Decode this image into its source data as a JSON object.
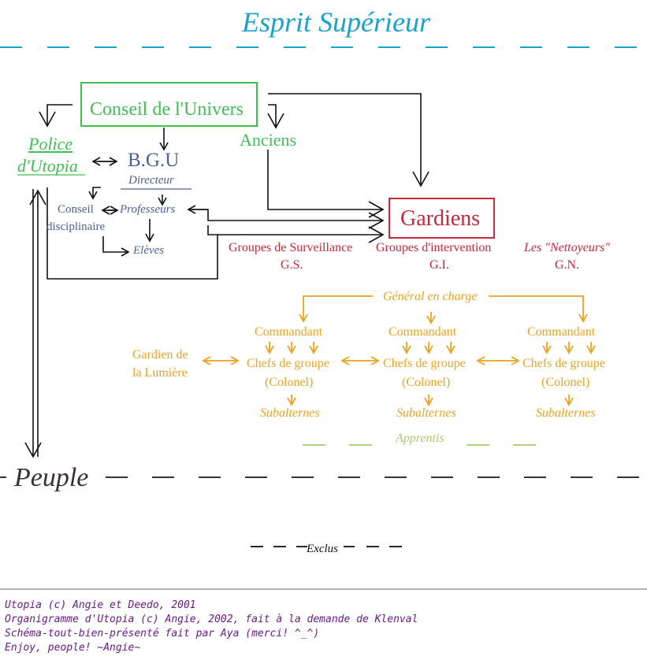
{
  "title": "Esprit Supérieur",
  "top": {
    "conseil_univers": "Conseil de l'Univers",
    "anciens": "Anciens",
    "police_line1": "Police",
    "police_line2": "d'Utopia",
    "bgu": "B.G.U",
    "directeur": "Directeur",
    "conseil_disc_line1": "Conseil",
    "conseil_disc_line2": "disciplinaire",
    "professeurs": "Professeurs",
    "eleves": "Elèves"
  },
  "gardiens": {
    "title": "Gardiens",
    "groups": [
      {
        "name": "Groupes de Surveillance",
        "abbr": "G.S."
      },
      {
        "name": "Groupes d'intervention",
        "abbr": "G.I."
      },
      {
        "name": "Les \"Nettoyeurs\"",
        "abbr": "G.N."
      }
    ]
  },
  "hierarchy": {
    "general": "Général en charge",
    "commandant": "Commandant",
    "chefs_line1": "Chefs de groupe",
    "chefs_line2": "(Colonel)",
    "subalternes": "Subalternes",
    "gardien_lumiere_line1": "Gardien de",
    "gardien_lumiere_line2": "la Lumière",
    "apprentis": "Apprentis"
  },
  "bottom": {
    "peuple": "Peuple",
    "exclus": "Exclus"
  },
  "footer": {
    "line1": "Utopia (c) Angie et Deedo, 2001",
    "line2": "Organigramme d'Utopia (c) Angie, 2002, fait à la demande de Klenval",
    "line3": "Schéma-tout-bien-présenté fait par Aya (merci! ^_^)",
    "line4": "Enjoy, people! ~Angie~"
  },
  "colors": {
    "title_blue": "#1aa3c8",
    "green": "#3fbf52",
    "blue": "#4a6099",
    "red": "#c8283a",
    "orange": "#eaa321",
    "lime": "#a7c96e",
    "footer_purple": "#6a1a8a"
  }
}
